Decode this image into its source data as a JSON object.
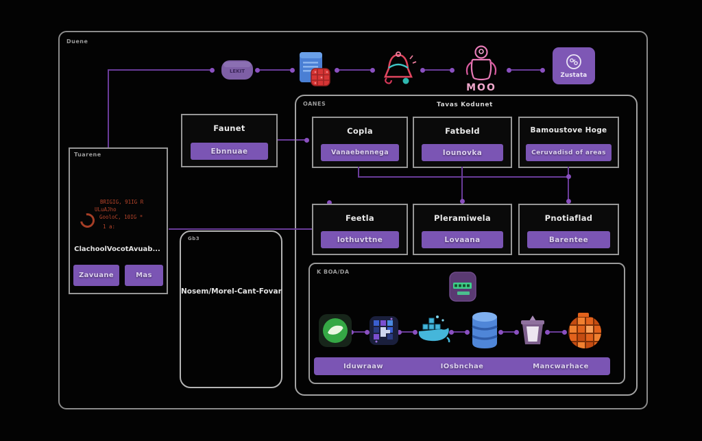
{
  "frame": {
    "label": "Duene"
  },
  "top_flow": {
    "cylinder_label": "LEKIT",
    "moo_label": "MOO",
    "app_button_label": "Zustata"
  },
  "faunet": {
    "title": "Faunet",
    "button": "Ebnnuae"
  },
  "panel": {
    "label": "OANES",
    "title": "Tavas Kodunet",
    "boxes": [
      {
        "title": "Copla",
        "button": "Vanaebennega"
      },
      {
        "title": "Fatbeld",
        "button": "Iounovka"
      },
      {
        "title": "Bamoustove Hoge",
        "button": "Ceruvadisd of areas"
      },
      {
        "title": "Feetla",
        "button": "Iothuvttne"
      },
      {
        "title": "Pleramiwela",
        "button": "Lovaana"
      },
      {
        "title": "Pnotiaflad",
        "button": "Barentee"
      }
    ]
  },
  "terminal": {
    "label": "Tuarene",
    "lines": [
      "BRIGIG, 91IG R",
      "ULuAJho",
      "GooloC, 10IG *",
      "1 a:"
    ],
    "caption": "ClachoolVocotAvuab...",
    "button_primary": "Zavuane",
    "button_secondary": "Mas"
  },
  "note_box": {
    "label": "Gb3",
    "text": "Nosem/Morel-Cant-Fovar"
  },
  "pipeline": {
    "label": "K BOA/DA",
    "bar_labels": [
      "Iduwraaw",
      "IOsbnchae",
      "Mancwarhace"
    ],
    "icon_names": [
      "green-node",
      "pixel-chip",
      "docker-whale",
      "database",
      "bucket",
      "waffle-grid"
    ]
  },
  "colors": {
    "accent_purple": "#7b55b4",
    "line_purple": "#6a3c9a",
    "border_gray": "#8f8f8f",
    "code_red": "#b8452b"
  }
}
